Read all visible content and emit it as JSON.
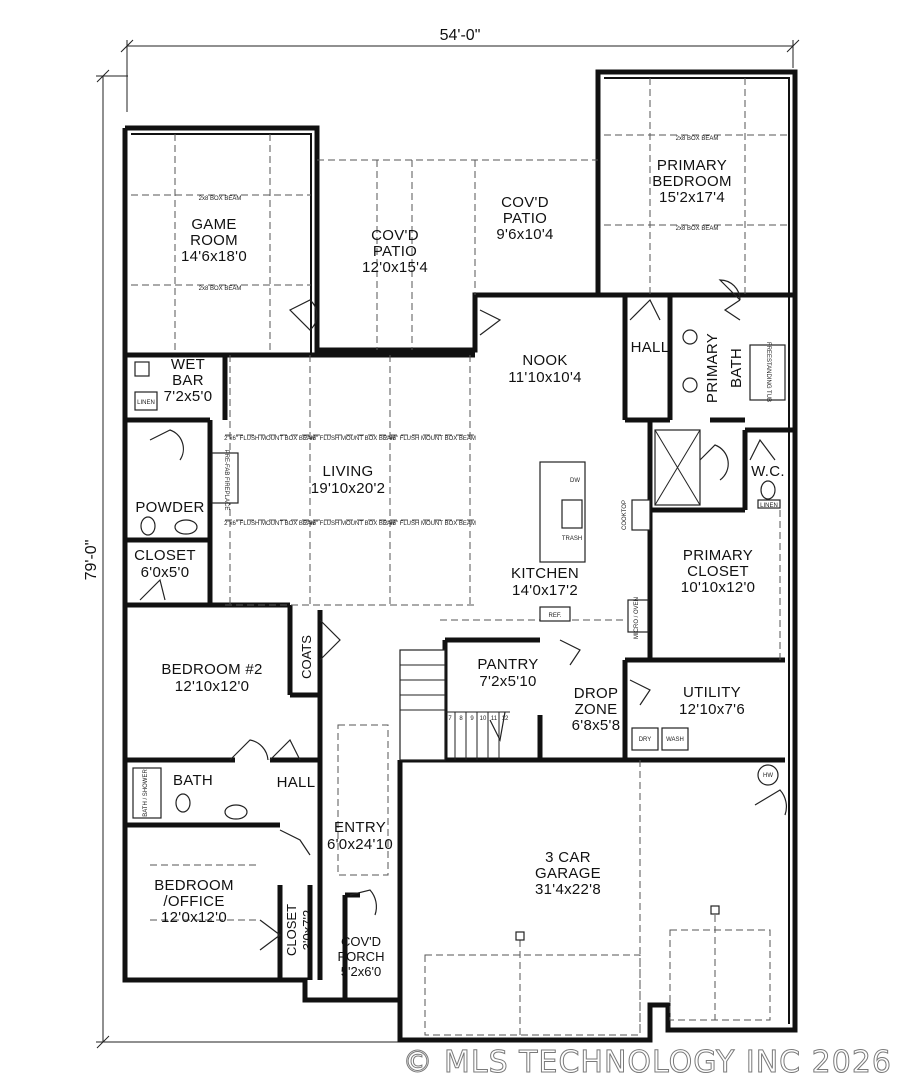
{
  "dimensions": {
    "overall_width": "54'-0\"",
    "overall_depth": "79'-0\""
  },
  "rooms": {
    "game_room": {
      "name_1": "GAME",
      "name_2": "ROOM",
      "size": "14'6x18'0"
    },
    "covd_patio_left": {
      "name_1": "COV'D",
      "name_2": "PATIO",
      "size": "12'0x15'4"
    },
    "covd_patio_right": {
      "name_1": "COV'D",
      "name_2": "PATIO",
      "size": "9'6x10'4"
    },
    "primary_bedroom": {
      "name_1": "PRIMARY",
      "name_2": "BEDROOM",
      "size": "15'2x17'4"
    },
    "wet_bar": {
      "name_1": "WET",
      "name_2": "BAR",
      "size": "7'2x5'0"
    },
    "nook": {
      "name": "NOOK",
      "size": "11'10x10'4"
    },
    "hall_primary": {
      "name": "HALL"
    },
    "primary_bath": {
      "name_1": "PRIMARY",
      "name_2": "BATH"
    },
    "living": {
      "name": "LIVING",
      "size": "19'10x20'2"
    },
    "wc": {
      "name": "W.C."
    },
    "powder": {
      "name": "POWDER"
    },
    "primary_closet": {
      "name_1": "PRIMARY",
      "name_2": "CLOSET",
      "size": "10'10x12'0"
    },
    "closet_1": {
      "name": "CLOSET",
      "size": "6'0x5'0"
    },
    "kitchen": {
      "name": "KITCHEN",
      "size": "14'0x17'2"
    },
    "coats": {
      "name": "COATS"
    },
    "pantry": {
      "name": "PANTRY",
      "size": "7'2x5'10"
    },
    "bedroom_2": {
      "name": "BEDROOM #2",
      "size": "12'10x12'0"
    },
    "drop_zone": {
      "name_1": "DROP",
      "name_2": "ZONE",
      "size": "6'8x5'8"
    },
    "utility": {
      "name": "UTILITY",
      "size": "12'10x7'6"
    },
    "bath": {
      "name": "BATH"
    },
    "hall_bedroom": {
      "name": "HALL"
    },
    "entry": {
      "name": "ENTRY",
      "size": "6'0x24'10"
    },
    "garage": {
      "name": "3 CAR",
      "name_2": "GARAGE",
      "size": "31'4x22'8"
    },
    "bedroom_office": {
      "name_1": "BEDROOM",
      "name_2": "/OFFICE",
      "size": "12'0x12'0"
    },
    "closet_2": {
      "name": "CLOSET",
      "size": "3'0x7'2"
    },
    "covd_porch": {
      "name_1": "COV'D",
      "name_2": "PORCH",
      "size": "5'2x6'0"
    }
  },
  "fixtures": {
    "linen": "LINEN",
    "ref": "REF.",
    "trash": "TRASH",
    "cooktop": "COOKTOP",
    "micro_oven": "MICRO / OVEN",
    "dw": "DW",
    "dry": "DRY",
    "wash": "WASH",
    "hw": "HW",
    "tub": "FREESTANDING TUB",
    "bath_shower": "BATH / SHOWER",
    "fireplace": "PRE-FAB FIREPLACE"
  },
  "beams": {
    "flush_mount": "2\"x6\" FLUSH MOUNT BOX BEAM",
    "top_beam": "2x8 BOX BEAM"
  },
  "stairs": [
    "7",
    "8",
    "9",
    "10",
    "11",
    "12"
  ],
  "watermark": "© MLS TECHNOLOGY INC 2026",
  "colors": {
    "line": "#111111",
    "background": "#ffffff",
    "watermark_outline": "#7a7a7a"
  }
}
